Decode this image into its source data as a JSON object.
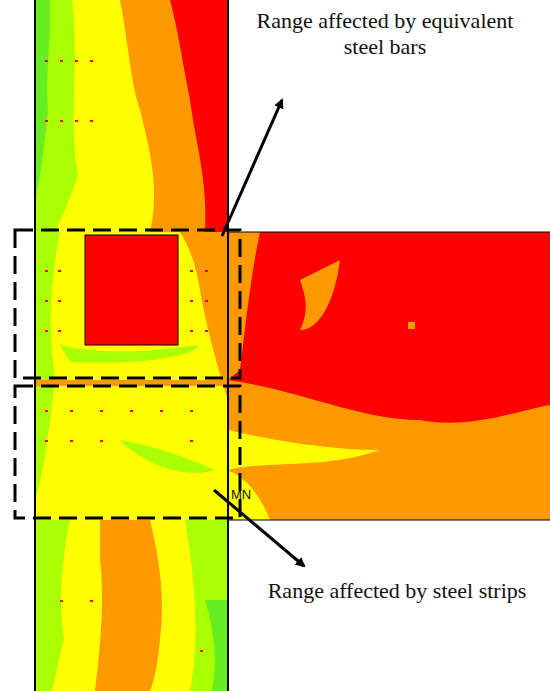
{
  "diagram": {
    "labels": [
      "Range affected by equivalent steel bars",
      "Range affected by steel strips",
      "MN"
    ]
  }
}
